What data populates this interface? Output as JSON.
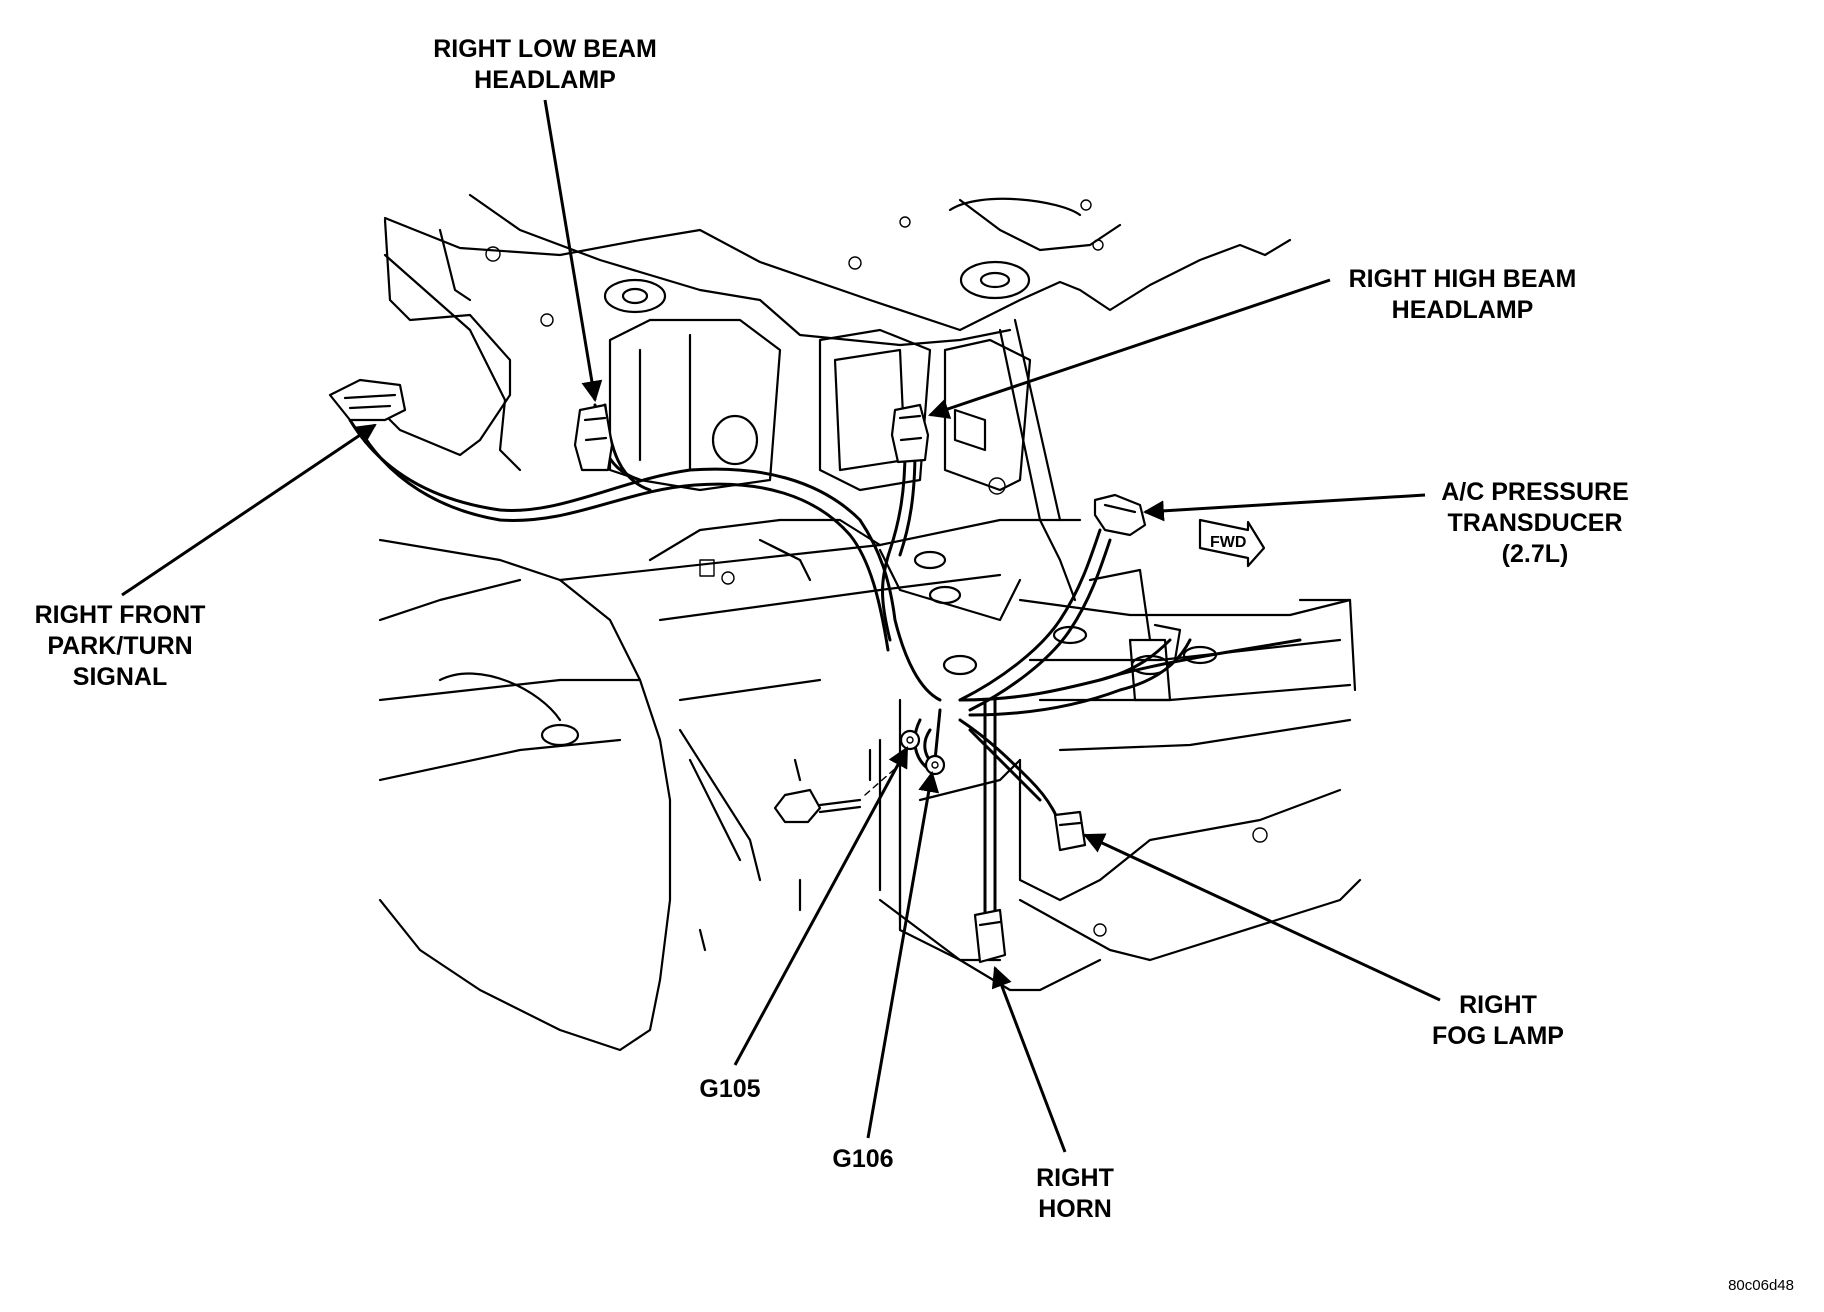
{
  "labels": {
    "right_low_beam": [
      "RIGHT LOW BEAM",
      "HEADLAMP"
    ],
    "right_high_beam": [
      "RIGHT HIGH BEAM",
      "HEADLAMP"
    ],
    "ac_pressure": [
      "A/C PRESSURE",
      "TRANSDUCER",
      "(2.7L)"
    ],
    "right_front_park": [
      "RIGHT FRONT",
      "PARK/TURN",
      "SIGNAL"
    ],
    "right_fog": [
      "RIGHT",
      "FOG LAMP"
    ],
    "g105": "G105",
    "g106": "G106",
    "right_horn": [
      "RIGHT",
      "HORN"
    ]
  },
  "direction_tag": "FWD",
  "figure_code": "80c06d48"
}
